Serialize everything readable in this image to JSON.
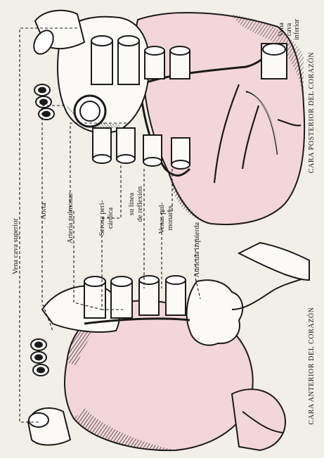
{
  "figure": {
    "captions": {
      "posterior": "CARA POSTERIOR DEL CORAZÓN",
      "anterior": "CARA ANTERIOR DEL CORAZÓN"
    },
    "labels": {
      "vena_cava_inferior": [
        "Vena",
        "cava",
        "inferior"
      ],
      "vena_cava_superior": "Vena cava superior",
      "aorta": "Aorta",
      "arteria_pulmonar": "Arteria pulmonar",
      "serosa": [
        "Serosa peri-",
        "cárdica"
      ],
      "linea_reflexion": [
        "su línea",
        "de reflexión"
      ],
      "venas_pulmonares": [
        "Venas pul-",
        "monares"
      ],
      "auricula_izquierda": "Aurícula izquierda"
    },
    "colors": {
      "paper": "#f2efe9",
      "pericardium": "#f3d6da",
      "ink": "#1a1a1a",
      "vessel_wall": "#ffffff"
    }
  }
}
